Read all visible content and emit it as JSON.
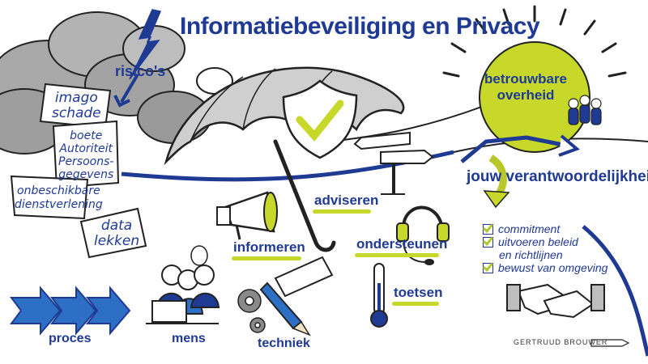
{
  "title": "Informatiebeveiliging en Privacy",
  "threat": {
    "label": "risico's",
    "items": [
      {
        "lines": [
          "imago",
          "schade"
        ]
      },
      {
        "lines": [
          "boete",
          "Autoriteit",
          "Persoons-",
          "gegevens"
        ]
      },
      {
        "lines": [
          "onbeschikbare",
          "dienstverlening"
        ]
      },
      {
        "lines": [
          "data",
          "lekken"
        ]
      }
    ]
  },
  "goal": {
    "lines": [
      "betrouwbare",
      "overheid"
    ]
  },
  "responsibility": "jouw verantwoordelijkheid",
  "roles": {
    "adviseren": "adviseren",
    "informeren": "informeren",
    "ondersteunen": "ondersteunen",
    "toetsen": "toetsen"
  },
  "checklist": [
    {
      "text": "commitment",
      "checked": true
    },
    {
      "text": "uitvoeren beleid",
      "checked": true
    },
    {
      "text": "en richtlijnen",
      "checked": false
    },
    {
      "text": "bewust van omgeving",
      "checked": true
    }
  ],
  "pillars": {
    "proces": "proces",
    "mens": "mens",
    "techniek": "techniek"
  },
  "signature": "GERTRUUD BROUWER",
  "colors": {
    "navy": "#1f3a93",
    "lime": "#c7d82a",
    "cloud": "#9a9a9a"
  }
}
